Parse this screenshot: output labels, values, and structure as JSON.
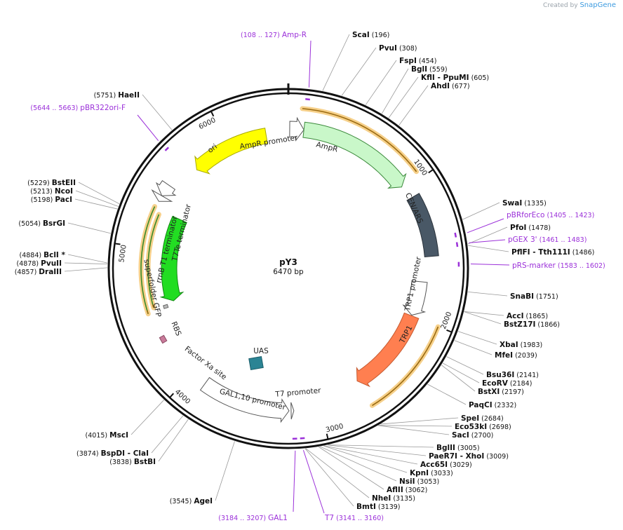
{
  "branding": {
    "prefix": "Created by",
    "name": "SnapGene"
  },
  "plasmid": {
    "name": "pY3",
    "size_label": "6470 bp",
    "length": 6470
  },
  "ticks": [
    {
      "pos": 1000,
      "label": "1000"
    },
    {
      "pos": 2000,
      "label": "2000"
    },
    {
      "pos": 3000,
      "label": "3000"
    },
    {
      "pos": 4000,
      "label": "4000"
    },
    {
      "pos": 5000,
      "label": "5000"
    },
    {
      "pos": 6000,
      "label": "6000"
    }
  ],
  "features": [
    {
      "id": "amp-promoter",
      "label": "AmpR promoter",
      "start": 10,
      "end": 115,
      "dir": 1,
      "shape": "arrow",
      "color": "#ffffff",
      "stroke": "#555555"
    },
    {
      "id": "ampr",
      "label": "AmpR",
      "start": 115,
      "end": 975,
      "dir": 1,
      "shape": "arrow",
      "color": "#c9f7c9",
      "stroke": "#3c8a3c"
    },
    {
      "id": "cen-ars",
      "label": "CEN/ARS",
      "start": 1080,
      "end": 1530,
      "dir": 0,
      "shape": "box",
      "color": "#495866",
      "stroke": "#2b333b"
    },
    {
      "id": "trp1-promoter",
      "label": "TRP1 promoter",
      "start": 1720,
      "end": 1990,
      "dir": 1,
      "shape": "arrow",
      "color": "#ffffff",
      "stroke": "#555555"
    },
    {
      "id": "trp1",
      "label": "TRP1",
      "start": 1995,
      "end": 2670,
      "dir": 1,
      "shape": "arrow",
      "color": "#ff7f50",
      "stroke": "#c45a30"
    },
    {
      "id": "t7-promoter",
      "label": "T7 promoter",
      "start": 3195,
      "end": 3215,
      "dir": -1,
      "shape": "arrow",
      "color": "#ffffff",
      "stroke": "#555555"
    },
    {
      "id": "gal1-promoter",
      "label": "GAL1,10 promoter",
      "start": 3230,
      "end": 3880,
      "dir": -1,
      "shape": "arrow",
      "color": "#ffffff",
      "stroke": "#555555"
    },
    {
      "id": "factor-xa",
      "label": "Factor Xa site",
      "start": 4300,
      "end": 4345,
      "dir": 0,
      "shape": "box",
      "color": "#c97a9a",
      "stroke": "#8a4a63"
    },
    {
      "id": "rbs",
      "label": "RBS",
      "start": 4530,
      "end": 4555,
      "dir": 0,
      "shape": "box",
      "color": "#bbbbbb",
      "stroke": "#666666"
    },
    {
      "id": "superfolder-gfp",
      "label": "superfolder GFP",
      "start": 4570,
      "end": 5290,
      "dir": -1,
      "shape": "arrow",
      "color": "#22dd22",
      "stroke": "#118811"
    },
    {
      "id": "t7te-terminator",
      "label": "T7Te terminator",
      "start": 5345,
      "end": 5390,
      "dir": -1,
      "shape": "arrow",
      "color": "#ffffff",
      "stroke": "#555555"
    },
    {
      "id": "rrnb-t1",
      "label": "rrnB T1 terminator",
      "start": 5390,
      "end": 5480,
      "dir": -1,
      "shape": "arrow",
      "color": "#ffffff",
      "stroke": "#555555"
    },
    {
      "id": "ori",
      "label": "ori",
      "start": 5700,
      "end": 6300,
      "dir": -1,
      "shape": "arrow",
      "color": "#ffff00",
      "stroke": "#aaaa00"
    },
    {
      "id": "uas",
      "label": "UAS",
      "start": 0,
      "end": 0,
      "dir": 0,
      "shape": "square",
      "color": "#2b8494",
      "stroke": "#1b5e6a"
    }
  ],
  "orfs": [
    {
      "start": 90,
      "end": 950,
      "dir": 1
    },
    {
      "start": 2000,
      "end": 2670,
      "dir": -1
    },
    {
      "start": 4530,
      "end": 5300,
      "dir": -1
    },
    {
      "start": 4560,
      "end": 5260,
      "dir": -1
    }
  ],
  "left_sites": [
    {
      "name": "HaeII",
      "pos": "(5751)"
    },
    {
      "name": "BstEII",
      "pos": "(5229)"
    },
    {
      "name": "NcoI",
      "pos": "(5213)"
    },
    {
      "name": "PacI",
      "pos": "(5198)"
    },
    {
      "name": "BsrGI",
      "pos": "(5054)"
    },
    {
      "name": "BclI *",
      "pos": "(4884)"
    },
    {
      "name": "PvuII",
      "pos": "(4878)"
    },
    {
      "name": "DraIII",
      "pos": "(4857)"
    },
    {
      "name": "MscI",
      "pos": "(4015)"
    },
    {
      "name": "BspDI",
      "extra": "-  ClaI",
      "pos": "(3874)"
    },
    {
      "name": "BstBI",
      "pos": "(3838)"
    },
    {
      "name": "AgeI",
      "pos": "(3545)"
    }
  ],
  "right_sites": [
    {
      "name": "ScaI",
      "pos": "(196)"
    },
    {
      "name": "PvuI",
      "pos": "(308)"
    },
    {
      "name": "FspI",
      "pos": "(454)"
    },
    {
      "name": "BglI",
      "pos": "(559)"
    },
    {
      "name": "KflI",
      "extra": "-  PpuMI",
      "pos": "(605)"
    },
    {
      "name": "AhdI",
      "pos": "(677)"
    },
    {
      "name": "SwaI",
      "pos": "(1335)"
    },
    {
      "name": "PfoI",
      "pos": "(1478)"
    },
    {
      "name": "PflFI",
      "extra": "-  Tth111I",
      "pos": "(1486)"
    },
    {
      "name": "SnaBI",
      "pos": "(1751)"
    },
    {
      "name": "AccI",
      "pos": "(1865)"
    },
    {
      "name": "BstZ17I",
      "pos": "(1866)"
    },
    {
      "name": "XbaI",
      "pos": "(1983)"
    },
    {
      "name": "MfeI",
      "pos": "(2039)"
    },
    {
      "name": "Bsu36I",
      "pos": "(2141)"
    },
    {
      "name": "EcoRV",
      "pos": "(2184)"
    },
    {
      "name": "BstXI",
      "pos": "(2197)"
    },
    {
      "name": "PaqCI",
      "pos": "(2332)"
    },
    {
      "name": "SpeI",
      "pos": "(2684)"
    },
    {
      "name": "Eco53kI",
      "pos": "(2698)"
    },
    {
      "name": "SacI",
      "pos": "(2700)"
    },
    {
      "name": "BglII",
      "pos": "(3005)"
    },
    {
      "name": "PaeR7I",
      "extra": "-  XhoI",
      "pos": "(3009)"
    },
    {
      "name": "Acc65I",
      "pos": "(3029)"
    },
    {
      "name": "KpnI",
      "pos": "(3033)"
    },
    {
      "name": "NsiI",
      "pos": "(3053)"
    },
    {
      "name": "AflII",
      "pos": "(3062)"
    },
    {
      "name": "NheI",
      "pos": "(3135)"
    },
    {
      "name": "BmtI",
      "pos": "(3139)"
    }
  ],
  "primers": [
    {
      "name": "Amp-R",
      "range": "(108 .. 127)",
      "pos": 117
    },
    {
      "name": "pBR322ori-F",
      "range": "(5644 .. 5663)",
      "pos": 5653
    },
    {
      "name": "pBRforEco",
      "range": "(1405 .. 1423)",
      "pos": 1414
    },
    {
      "name": "pGEX 3'",
      "range": "(1461 .. 1483)",
      "pos": 1472
    },
    {
      "name": "pRS-marker",
      "range": "(1583 .. 1602)",
      "pos": 1592
    },
    {
      "name": "GAL1",
      "range": "(3184 .. 3207)",
      "pos": 3196
    },
    {
      "name": "T7",
      "range": "(3141 .. 3160)",
      "pos": 3150
    }
  ]
}
